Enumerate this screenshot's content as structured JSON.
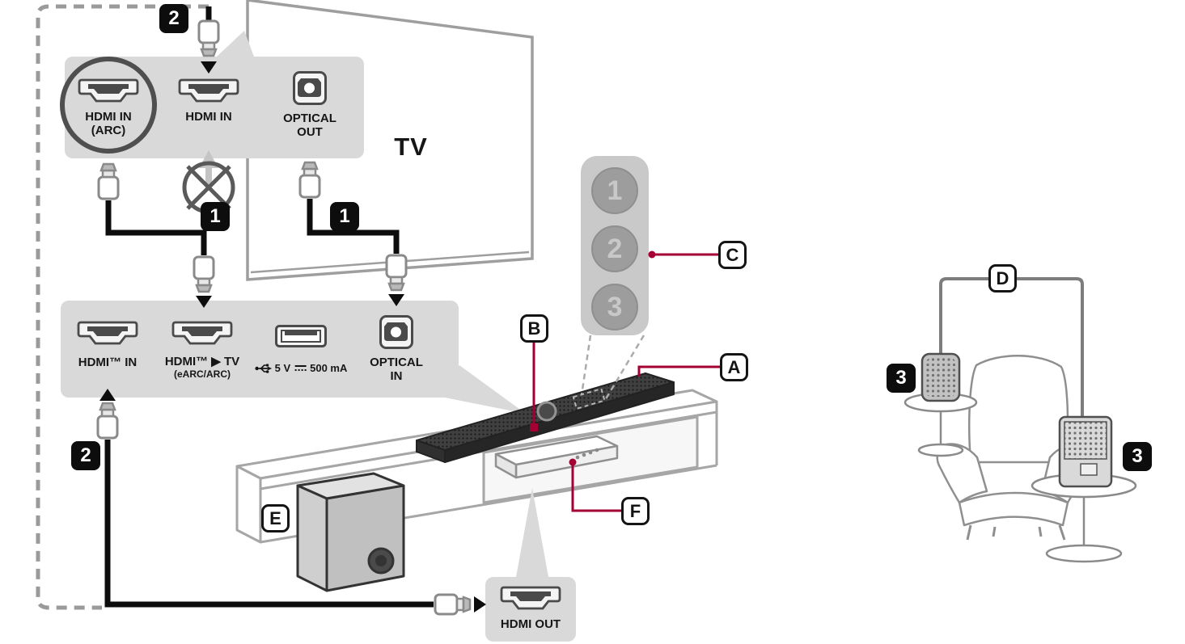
{
  "colors": {
    "accent": "#a50034",
    "panel": "#d9d9d9"
  },
  "steps": {
    "one": "1",
    "two": "2",
    "three": "3"
  },
  "callouts": {
    "a": "A",
    "b": "B",
    "c": "C",
    "d": "D",
    "e": "E",
    "f": "F"
  },
  "tv": {
    "label": "TV",
    "hdmi_arc_line1": "HDMI IN",
    "hdmi_arc_line2": "(ARC)",
    "hdmi_in": "HDMI IN",
    "optical_out_line1": "OPTICAL",
    "optical_out_line2": "OUT"
  },
  "soundbar": {
    "hdmi_in": "HDMI™ IN",
    "hdmi_tv_line1": "HDMI™ ▶ TV",
    "hdmi_tv_line2": "(eARC/ARC)",
    "usb_volt": "5 V",
    "usb_amp": "500 mA",
    "optical_in_line1": "OPTICAL",
    "optical_in_line2": "IN"
  },
  "hdmi_out": {
    "label": "HDMI OUT"
  },
  "remote": {
    "buttons": [
      "1",
      "2",
      "3"
    ]
  }
}
